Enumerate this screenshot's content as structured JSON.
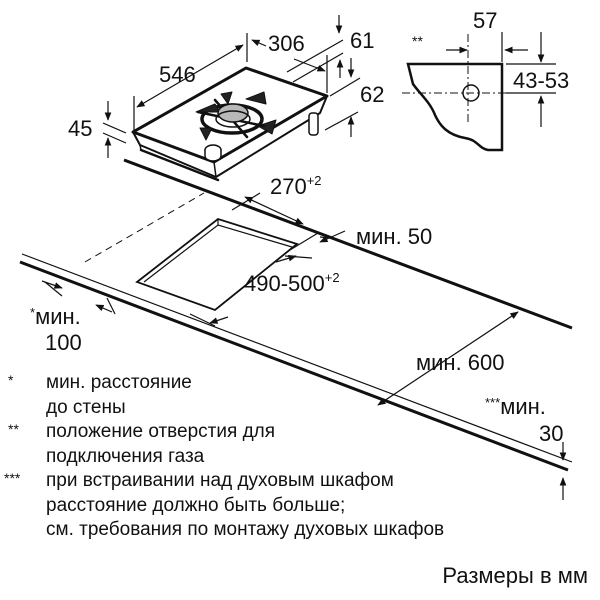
{
  "diagram": {
    "type": "installation-dimensions",
    "subject": "built-in gas hob",
    "hob": {
      "width": "306",
      "depth": "546",
      "height": "45",
      "leg_offset_top": "61",
      "leg_offset_side": "62"
    },
    "gas_inlet_detail": {
      "marker": "**",
      "horizontal": "57",
      "vertical": "43-53"
    },
    "cutout": {
      "width": "270",
      "width_tolerance": "+2",
      "depth": "490-500",
      "depth_tolerance": "+2"
    },
    "clearances": {
      "rear_label": "мин. 50",
      "front_label": "мин. 600",
      "wall_marker": "*",
      "wall_label_line1": "мин.",
      "wall_label_line2": "100",
      "oven_marker": "***",
      "oven_label_line1": "мин.",
      "oven_label_line2": "30"
    },
    "notes": [
      {
        "mark": "*",
        "lines": [
          "мин. расстояние",
          "до стены"
        ]
      },
      {
        "mark": "**",
        "lines": [
          "положение отверстия для",
          "подключения газа"
        ]
      },
      {
        "mark": "***",
        "lines": [
          "при встраивании над духовым шкафом",
          "расстояние должно быть больше;",
          "см. требования по монтажу духовых шкафов"
        ]
      }
    ],
    "units_caption": "Размеры в мм"
  }
}
